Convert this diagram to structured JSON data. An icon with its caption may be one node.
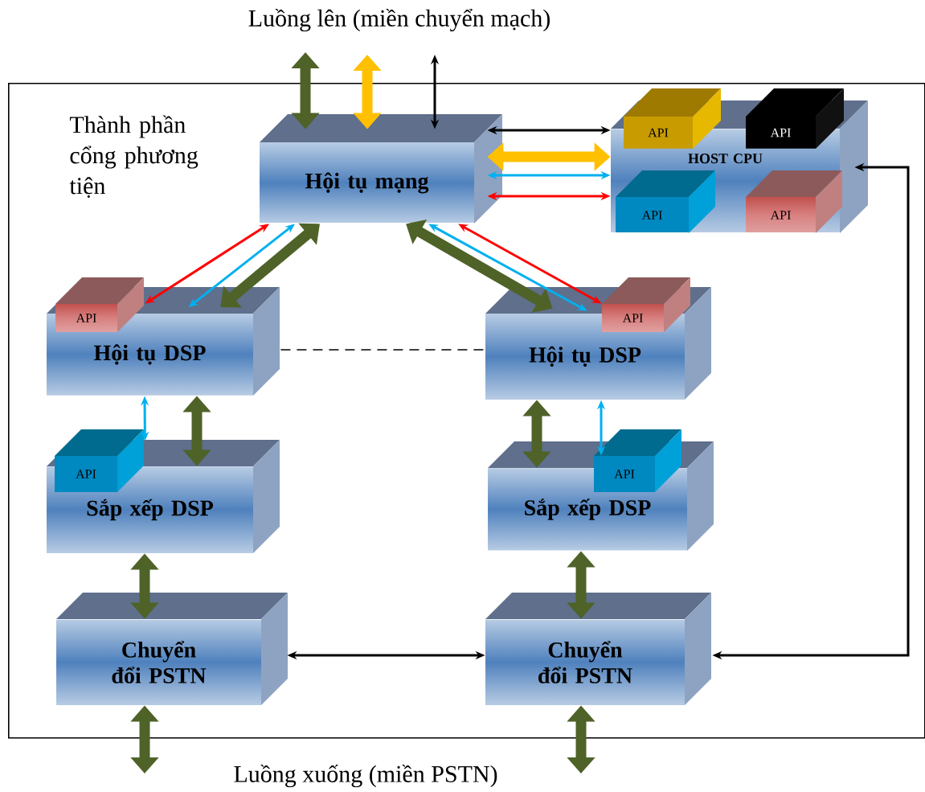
{
  "diagram": {
    "nodes": [
      {
        "text": [
          "Thành phần cổng phương tiện"
        ]
      },
      {
        "text": [
          "Hội tụ mạng"
        ],
        "in": 0
      },
      {
        "text": [
          "HOST  CPU"
        ],
        "in": 0
      },
      {
        "text": [
          "API"
        ],
        "in": 0
      },
      {
        "text": [
          "API"
        ],
        "in": 0
      },
      {
        "text": [
          "API"
        ],
        "in": 2
      },
      {
        "text": [
          "API"
        ],
        "in": 2
      },
      {
        "text": [
          "Hội tụ DSP"
        ],
        "in": 0
      },
      {
        "text": [
          "API"
        ],
        "in": 0
      },
      {
        "text": [
          "Hội tụ DSP"
        ],
        "in": 0
      },
      {
        "text": [
          "API"
        ],
        "in": 0
      },
      {
        "text": [
          "Sắp xếp DSP"
        ],
        "in": 0
      },
      {
        "text": [
          "API"
        ],
        "in": 0
      },
      {
        "text": [
          "Sắp xếp DSP"
        ],
        "in": 0
      },
      {
        "text": [
          "API"
        ],
        "in": 0
      },
      {
        "text": [
          "Chuyển đổi PSTN"
        ],
        "in": 0
      },
      {
        "text": [
          "Chuyển đổi PSTN"
        ],
        "in": 0
      }
    ],
    "edges": [
      {
        "from": null,
        "to": 1,
        "arrow": "both",
        "style": "thick"
      },
      {
        "from": null,
        "to": 1,
        "arrow": "both",
        "style": "thick",
        "color": "#ffc000"
      },
      {
        "from": null,
        "to": 1,
        "arrow": "both",
        "color": "#000000"
      },
      {
        "from": 1,
        "to": 2,
        "arrow": "both",
        "color": "#000000"
      },
      {
        "from": 1,
        "to": 2,
        "arrow": "both",
        "style": "thick",
        "color": "#ffc000"
      },
      {
        "from": 1,
        "to": 2,
        "arrow": "both",
        "color": "#00b0f0"
      },
      {
        "from": 1,
        "to": 2,
        "arrow": "both",
        "color": "#ff0000"
      },
      {
        "from": 1,
        "to": 8,
        "arrow": "both",
        "color": "#ff0000"
      },
      {
        "from": 1,
        "to": 7,
        "arrow": "both",
        "color": "#00b0f0"
      },
      {
        "from": 1,
        "to": 7,
        "arrow": "both",
        "style": "thick"
      },
      {
        "from": 1,
        "to": 9,
        "arrow": "both",
        "style": "thick"
      },
      {
        "from": 1,
        "to": 9,
        "arrow": "both",
        "color": "#00b0f0"
      },
      {
        "from": 1,
        "to": 10,
        "arrow": "both",
        "color": "#ff0000"
      },
      {
        "from": 7,
        "to": 9,
        "arrow": "none",
        "style": "dashed",
        "color": "#000000"
      },
      {
        "from": 7,
        "to": 12,
        "arrow": "both",
        "color": "#00b0f0"
      },
      {
        "from": 7,
        "to": 11,
        "arrow": "both",
        "style": "thick"
      },
      {
        "from": 9,
        "to": 13,
        "arrow": "both",
        "style": "thick"
      },
      {
        "from": 9,
        "to": 14,
        "arrow": "both",
        "color": "#00b0f0"
      },
      {
        "from": 11,
        "to": 15,
        "arrow": "both",
        "style": "thick"
      },
      {
        "from": 13,
        "to": 16,
        "arrow": "both",
        "style": "thick"
      },
      {
        "from": 15,
        "to": 16,
        "arrow": "both",
        "color": "#000000"
      },
      {
        "from": 2,
        "to": 16,
        "arrow": "both",
        "color": "#000000"
      },
      {
        "from": null,
        "to": 15,
        "arrow": "both",
        "style": "thick"
      },
      {
        "from": null,
        "to": 16,
        "arrow": "both",
        "style": "thick"
      }
    ],
    "labels": [
      "Luồng lên (miền chuyển mạch)",
      "Luồng xuống  (miền PSTN)"
    ]
  }
}
